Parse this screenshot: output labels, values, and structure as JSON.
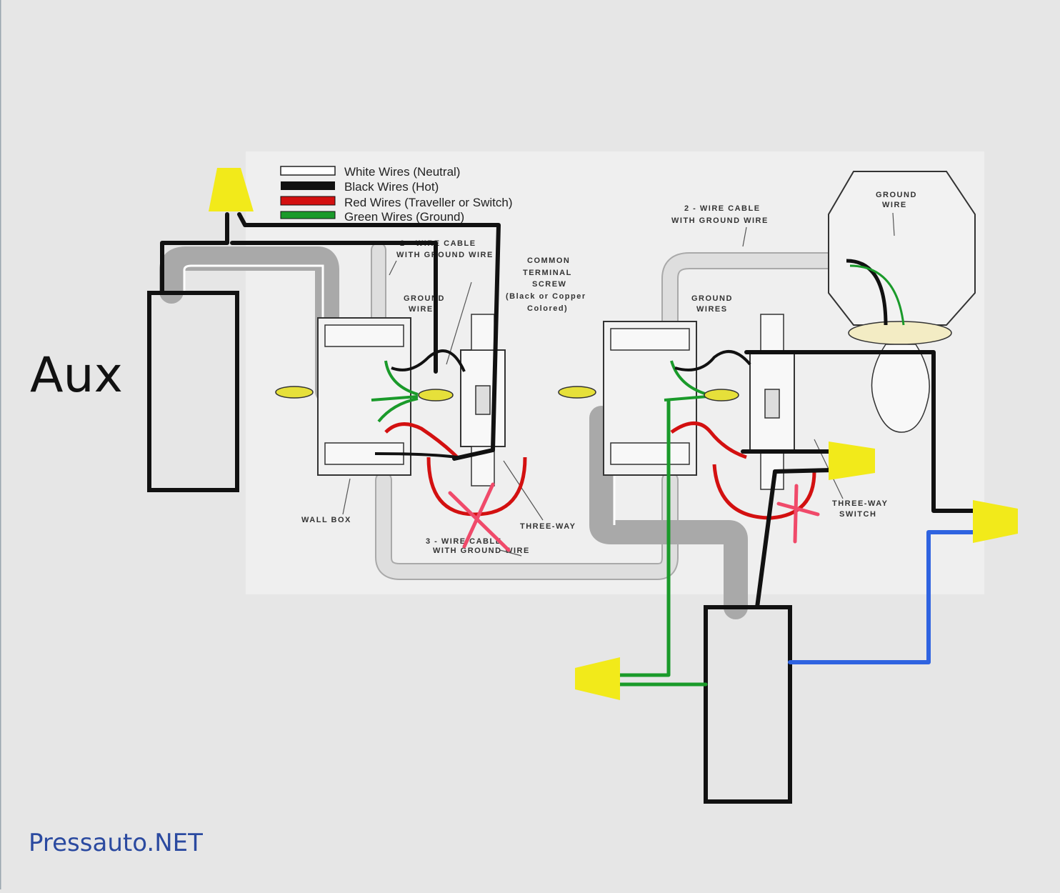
{
  "aux_label": "Aux",
  "watermark": "Pressauto.NET",
  "legend": [
    {
      "label": "White Wires (Neutral)",
      "color": "#ffffff"
    },
    {
      "label": "Black Wires (Hot)",
      "color": "#111111"
    },
    {
      "label": "Red Wires (Traveller or Switch)",
      "color": "#d31010"
    },
    {
      "label": "Green Wires (Ground)",
      "color": "#1a9a2a"
    }
  ],
  "labels": {
    "cable_left_line1": "2 - WIRE CABLE",
    "cable_left_line2": "WITH GROUND WIRE",
    "ground_wire_left_1": "GROUND",
    "ground_wire_left_2": "WIRE",
    "common_terminal_1": "COMMON",
    "common_terminal_2": "TERMINAL",
    "common_terminal_3": "SCREW",
    "common_terminal_4": "(Black or Copper",
    "common_terminal_5": "Colored)",
    "cable_right_line1": "2 - WIRE CABLE",
    "cable_right_line2": "WITH GROUND WIRE",
    "ground_wires_right_1": "GROUND",
    "ground_wires_right_2": "WIRES",
    "ground_wire_fixture_1": "GROUND",
    "ground_wire_fixture_2": "WIRE",
    "wall_box": "WALL BOX",
    "three_wire_cable_1": "3 - WIRE CABLE",
    "three_wire_cable_2": "WITH GROUND WIRE",
    "three_way_left": "THREE-WAY",
    "three_way_right_1": "THREE-WAY",
    "three_way_right_2": "SWITCH"
  },
  "colors": {
    "wire_black": "#111111",
    "wire_green": "#1a9a2a",
    "wire_red": "#d31010",
    "wire_blue": "#2f63e0",
    "wire_nut_yellow": "#f2ea1a",
    "cable_gray": "#a9a9a9",
    "cross_marks": "#f04a6a"
  }
}
